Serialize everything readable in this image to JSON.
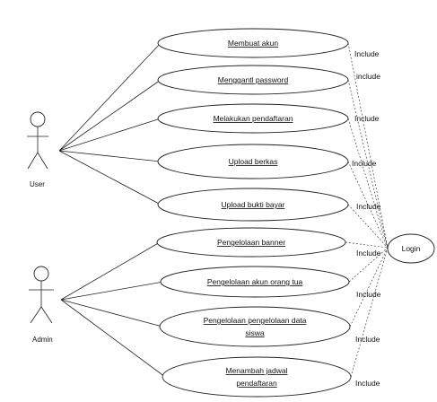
{
  "actors": [
    {
      "id": "user",
      "label": "User"
    },
    {
      "id": "admin",
      "label": "Admin"
    }
  ],
  "use_cases": [
    {
      "id": "uc1",
      "lines": [
        "Membuat akun"
      ],
      "include_label": "Include"
    },
    {
      "id": "uc2",
      "lines": [
        "Menggantl password"
      ],
      "include_label": "include"
    },
    {
      "id": "uc3",
      "lines": [
        "Melakukan pendaftaran"
      ],
      "include_label": "Include"
    },
    {
      "id": "uc4",
      "lines": [
        "Upload berkas"
      ],
      "include_label": "Include"
    },
    {
      "id": "uc5",
      "lines": [
        "Upload bukti bayar"
      ],
      "include_label": "Include"
    },
    {
      "id": "uc6",
      "lines": [
        "Pengelolaan banner"
      ],
      "include_label": "Include"
    },
    {
      "id": "uc7",
      "lines": [
        "Pengelolaan akun orang tua"
      ],
      "include_label": "Include"
    },
    {
      "id": "uc8",
      "lines": [
        "Pengelolaan pengelolaan data",
        "siswa"
      ],
      "include_label": "Include"
    },
    {
      "id": "uc9",
      "lines": [
        "Menambah jadwal",
        "pendaftaran"
      ],
      "include_label": "Include"
    }
  ],
  "login": {
    "label": "Login"
  },
  "associations": {
    "user": [
      "uc1",
      "uc2",
      "uc3",
      "uc4",
      "uc5"
    ],
    "admin": [
      "uc6",
      "uc7",
      "uc8",
      "uc9"
    ]
  }
}
